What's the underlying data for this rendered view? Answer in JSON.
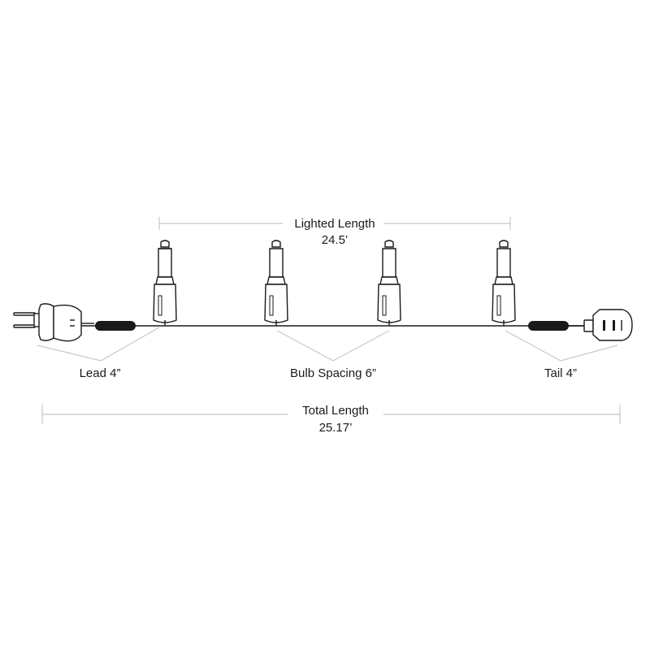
{
  "diagram": {
    "lighted_length": {
      "label": "Lighted Length",
      "value": "24.5’"
    },
    "total_length": {
      "label": "Total Length",
      "value": "25.17’"
    },
    "lead": {
      "label": "Lead 4”"
    },
    "bulb_spacing": {
      "label": "Bulb Spacing 6”"
    },
    "tail": {
      "label": "Tail 4”"
    },
    "bulb_count": 4
  }
}
